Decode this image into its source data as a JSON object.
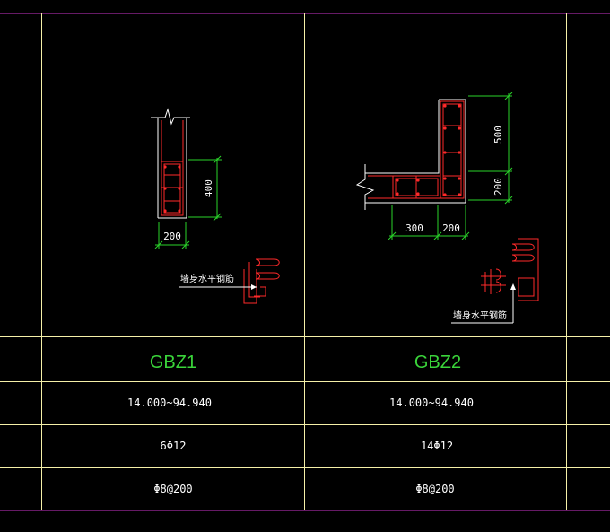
{
  "colors": {
    "background": "#000000",
    "frame_border": "#cc33cc",
    "grid_line": "#f5f0a8",
    "section_outline": "#ffffff",
    "rebar": "#ff2a2a",
    "dimension": "#2ad42a",
    "table_text": "#ffffff",
    "label_text": "#3ad43a"
  },
  "columns": [
    {
      "id": "GBZ1",
      "label": "GBZ1",
      "dims": {
        "width": "200",
        "height": "400"
      },
      "elevation": "14.000~94.940",
      "longitudinal": "6Φ12",
      "stirrup": "Φ8@200",
      "note": "墙身水平钢筋"
    },
    {
      "id": "GBZ2",
      "label": "GBZ2",
      "dims": {
        "leg_width": "300",
        "web_width": "200",
        "upper": "500",
        "lower": "200"
      },
      "elevation": "14.000~94.940",
      "longitudinal": "14Φ12",
      "stirrup": "Φ8@200",
      "note": "墙身水平钢筋"
    }
  ]
}
